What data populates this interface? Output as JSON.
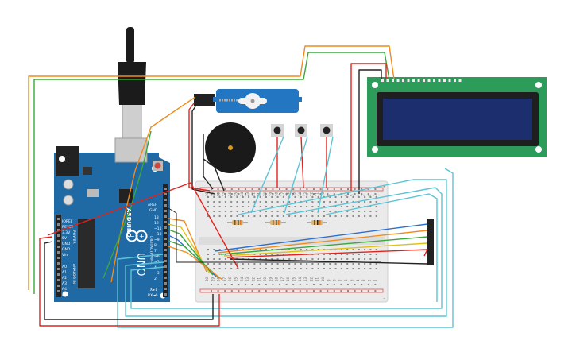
{
  "arduino": {
    "brand": "ARDUINO",
    "model": "UNO",
    "header_digital": "DIGITAL (PWM~)",
    "header_power": "POWER",
    "header_analog": "ANALOG IN",
    "label_tx": "TX►1",
    "label_rx": "RX◄0",
    "label_aref": "AREF",
    "label_gnd": "GND",
    "digital_pins": [
      "13",
      "12",
      "~11",
      "~10",
      "~9",
      "8",
      "7",
      "~6",
      "~5",
      "4",
      "~3",
      "2"
    ],
    "power_pins": [
      "IOREF",
      "RESET",
      "3.3V",
      "5V",
      "GND",
      "GND",
      "Vin"
    ],
    "analog_pins": [
      "A0",
      "A1",
      "A2",
      "A3",
      "A4",
      "A5"
    ]
  },
  "breadboard": {
    "col_labels": [
      "30",
      "29",
      "28",
      "27",
      "26",
      "25",
      "24",
      "23",
      "22",
      "21",
      "20",
      "19",
      "18",
      "17",
      "16",
      "15",
      "14",
      "13",
      "12",
      "11",
      "10",
      "9",
      "8",
      "7",
      "6",
      "5",
      "4",
      "3",
      "2",
      "1"
    ],
    "plus": "+",
    "minus": "−"
  },
  "colors": {
    "board": "#1f6aa5",
    "wire_red": "#e0231d",
    "wire_black": "#222222",
    "wire_orange": "#f08c1c",
    "wire_green": "#3aa83a",
    "wire_cyan": "#5cc4d6",
    "wire_yellow": "#e0c21d",
    "wire_blue": "#2a6fd1",
    "lcd_pcb": "#2d9b5a",
    "lcd_screen": "#1c2e6e"
  }
}
